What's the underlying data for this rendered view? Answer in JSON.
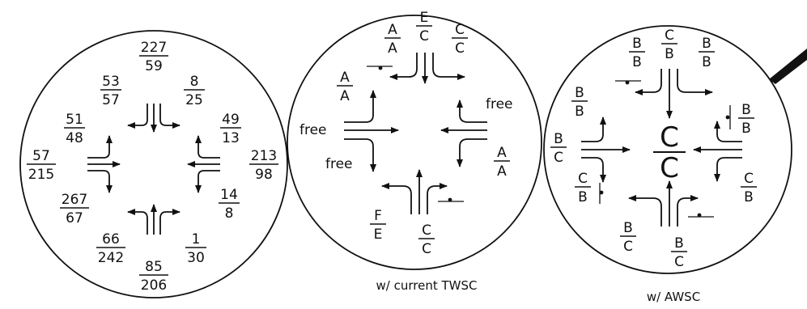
{
  "left": {
    "n": {
      "l1": "227",
      "l2": "59"
    },
    "nw": {
      "l1": "53",
      "l2": "57"
    },
    "ne": {
      "l1": "8",
      "l2": "25"
    },
    "wn": {
      "l1": "51",
      "l2": "48"
    },
    "en": {
      "l1": "49",
      "l2": "13"
    },
    "w": {
      "l1": "57",
      "l2": "215"
    },
    "e": {
      "l1": "213",
      "l2": "98"
    },
    "ws": {
      "l1": "267",
      "l2": "67"
    },
    "es": {
      "l1": "14",
      "l2": "8"
    },
    "sw": {
      "l1": "66",
      "l2": "242"
    },
    "se": {
      "l1": "1",
      "l2": "30"
    },
    "s": {
      "l1": "85",
      "l2": "206"
    }
  },
  "mid": {
    "caption": "w/ current TWSC",
    "nl": {
      "l1": "A",
      "l2": "A"
    },
    "nt": {
      "l1": "E",
      "l2": "C"
    },
    "nr": {
      "l1": "C",
      "l2": "C"
    },
    "wl": {
      "l1": "A",
      "l2": "A"
    },
    "free_w_through": "free",
    "free_w_right": "free",
    "free_e_left": "free",
    "er": {
      "l1": "A",
      "l2": "A"
    },
    "sl": {
      "l1": "F",
      "l2": "E"
    },
    "st": {
      "l1": "C",
      "l2": "C"
    }
  },
  "right": {
    "caption": "w/ AWSC",
    "center": {
      "l1": "C",
      "l2": "C"
    },
    "nl": {
      "l1": "B",
      "l2": "B"
    },
    "nt": {
      "l1": "C",
      "l2": "B"
    },
    "nr": {
      "l1": "B",
      "l2": "B"
    },
    "wl": {
      "l1": "B",
      "l2": "B"
    },
    "wt": {
      "l1": "B",
      "l2": "C"
    },
    "wr": {
      "l1": "C",
      "l2": "B"
    },
    "el": {
      "l1": "B",
      "l2": "B"
    },
    "er": {
      "l1": "C",
      "l2": "B"
    },
    "sl": {
      "l1": "B",
      "l2": "C"
    },
    "st": {
      "l1": "B",
      "l2": "C"
    }
  }
}
